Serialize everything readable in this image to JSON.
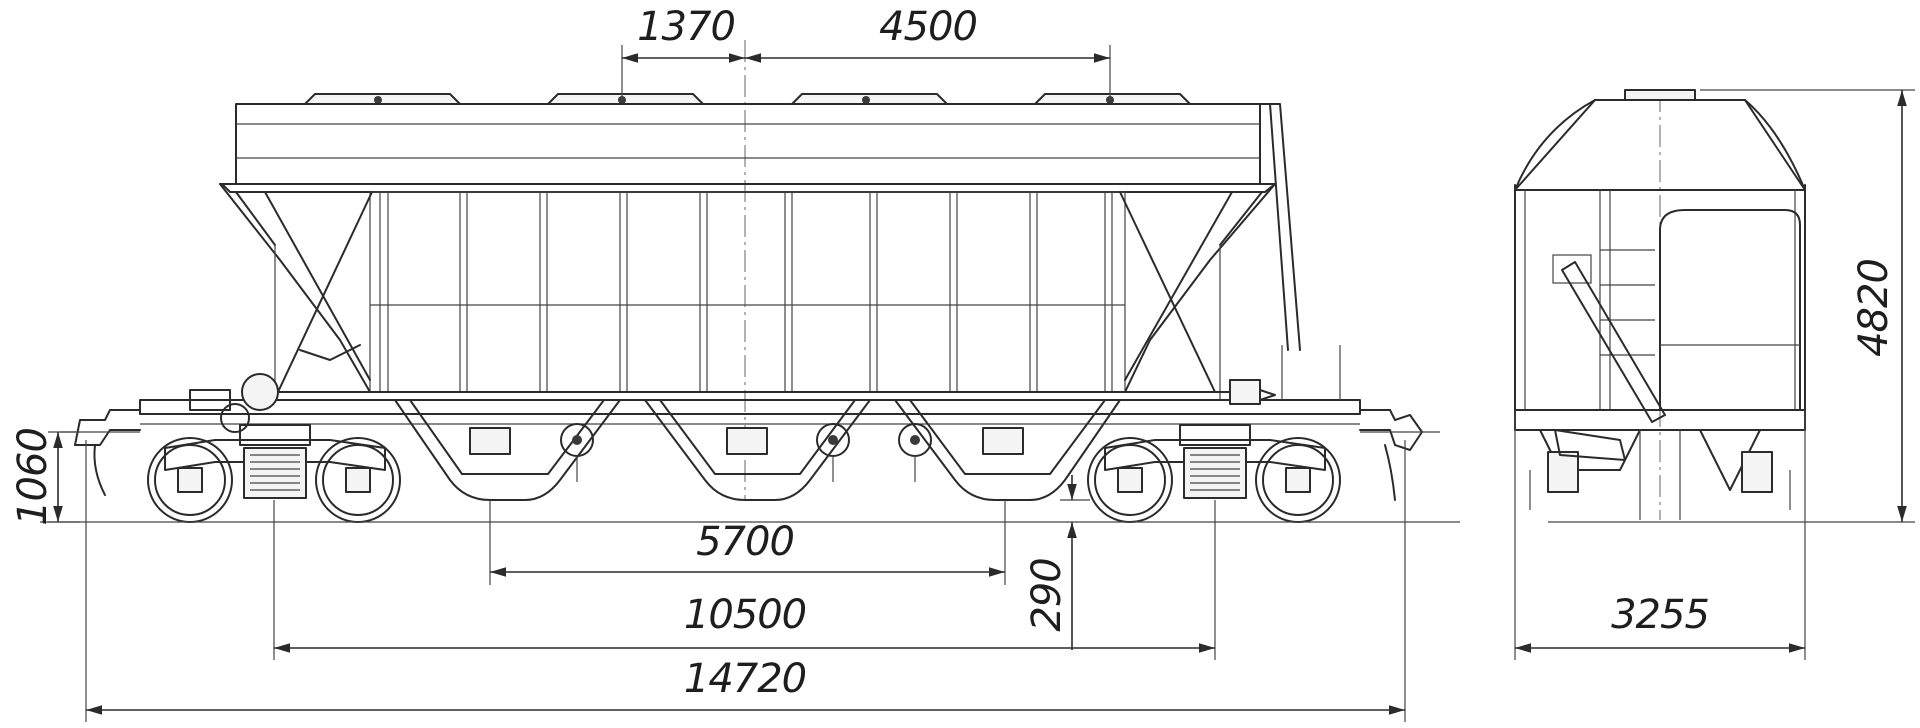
{
  "drawing": {
    "colors": {
      "line": "#2b2b2b",
      "background": "#ffffff"
    },
    "dimensions": {
      "hatch_offset": "1370",
      "hatch_pitch": "4500",
      "coupler_height": "1060",
      "bogie_spacing_inner": "5700",
      "hopper_clearance": "290",
      "bogie_centers": "10500",
      "length_over_couplers": "14720",
      "height": "4820",
      "width": "3255"
    }
  }
}
